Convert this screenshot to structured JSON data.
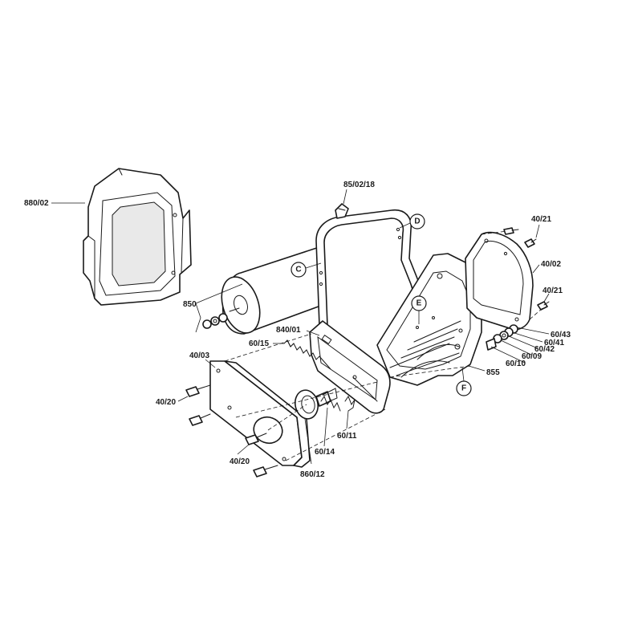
{
  "labels": {
    "p880_02": "880/02",
    "p85_02_18": "85/02/18",
    "p40_21_top": "40/21",
    "p40_02": "40/02",
    "p40_21_mid": "40/21",
    "p850": "850",
    "p840_01": "840/01",
    "p60_15": "60/15",
    "p40_03": "40/03",
    "p40_20_a": "40/20",
    "p40_20_b": "40/20",
    "p860_12": "860/12",
    "p60_14": "60/14",
    "p60_11": "60/11",
    "p855": "855",
    "p60_43": "60/43",
    "p60_41": "60/41",
    "p60_42": "60/42",
    "p60_09": "60/09",
    "p60_10": "60/10"
  },
  "callouts": {
    "c": "C",
    "d": "D",
    "e": "E",
    "f": "F"
  }
}
